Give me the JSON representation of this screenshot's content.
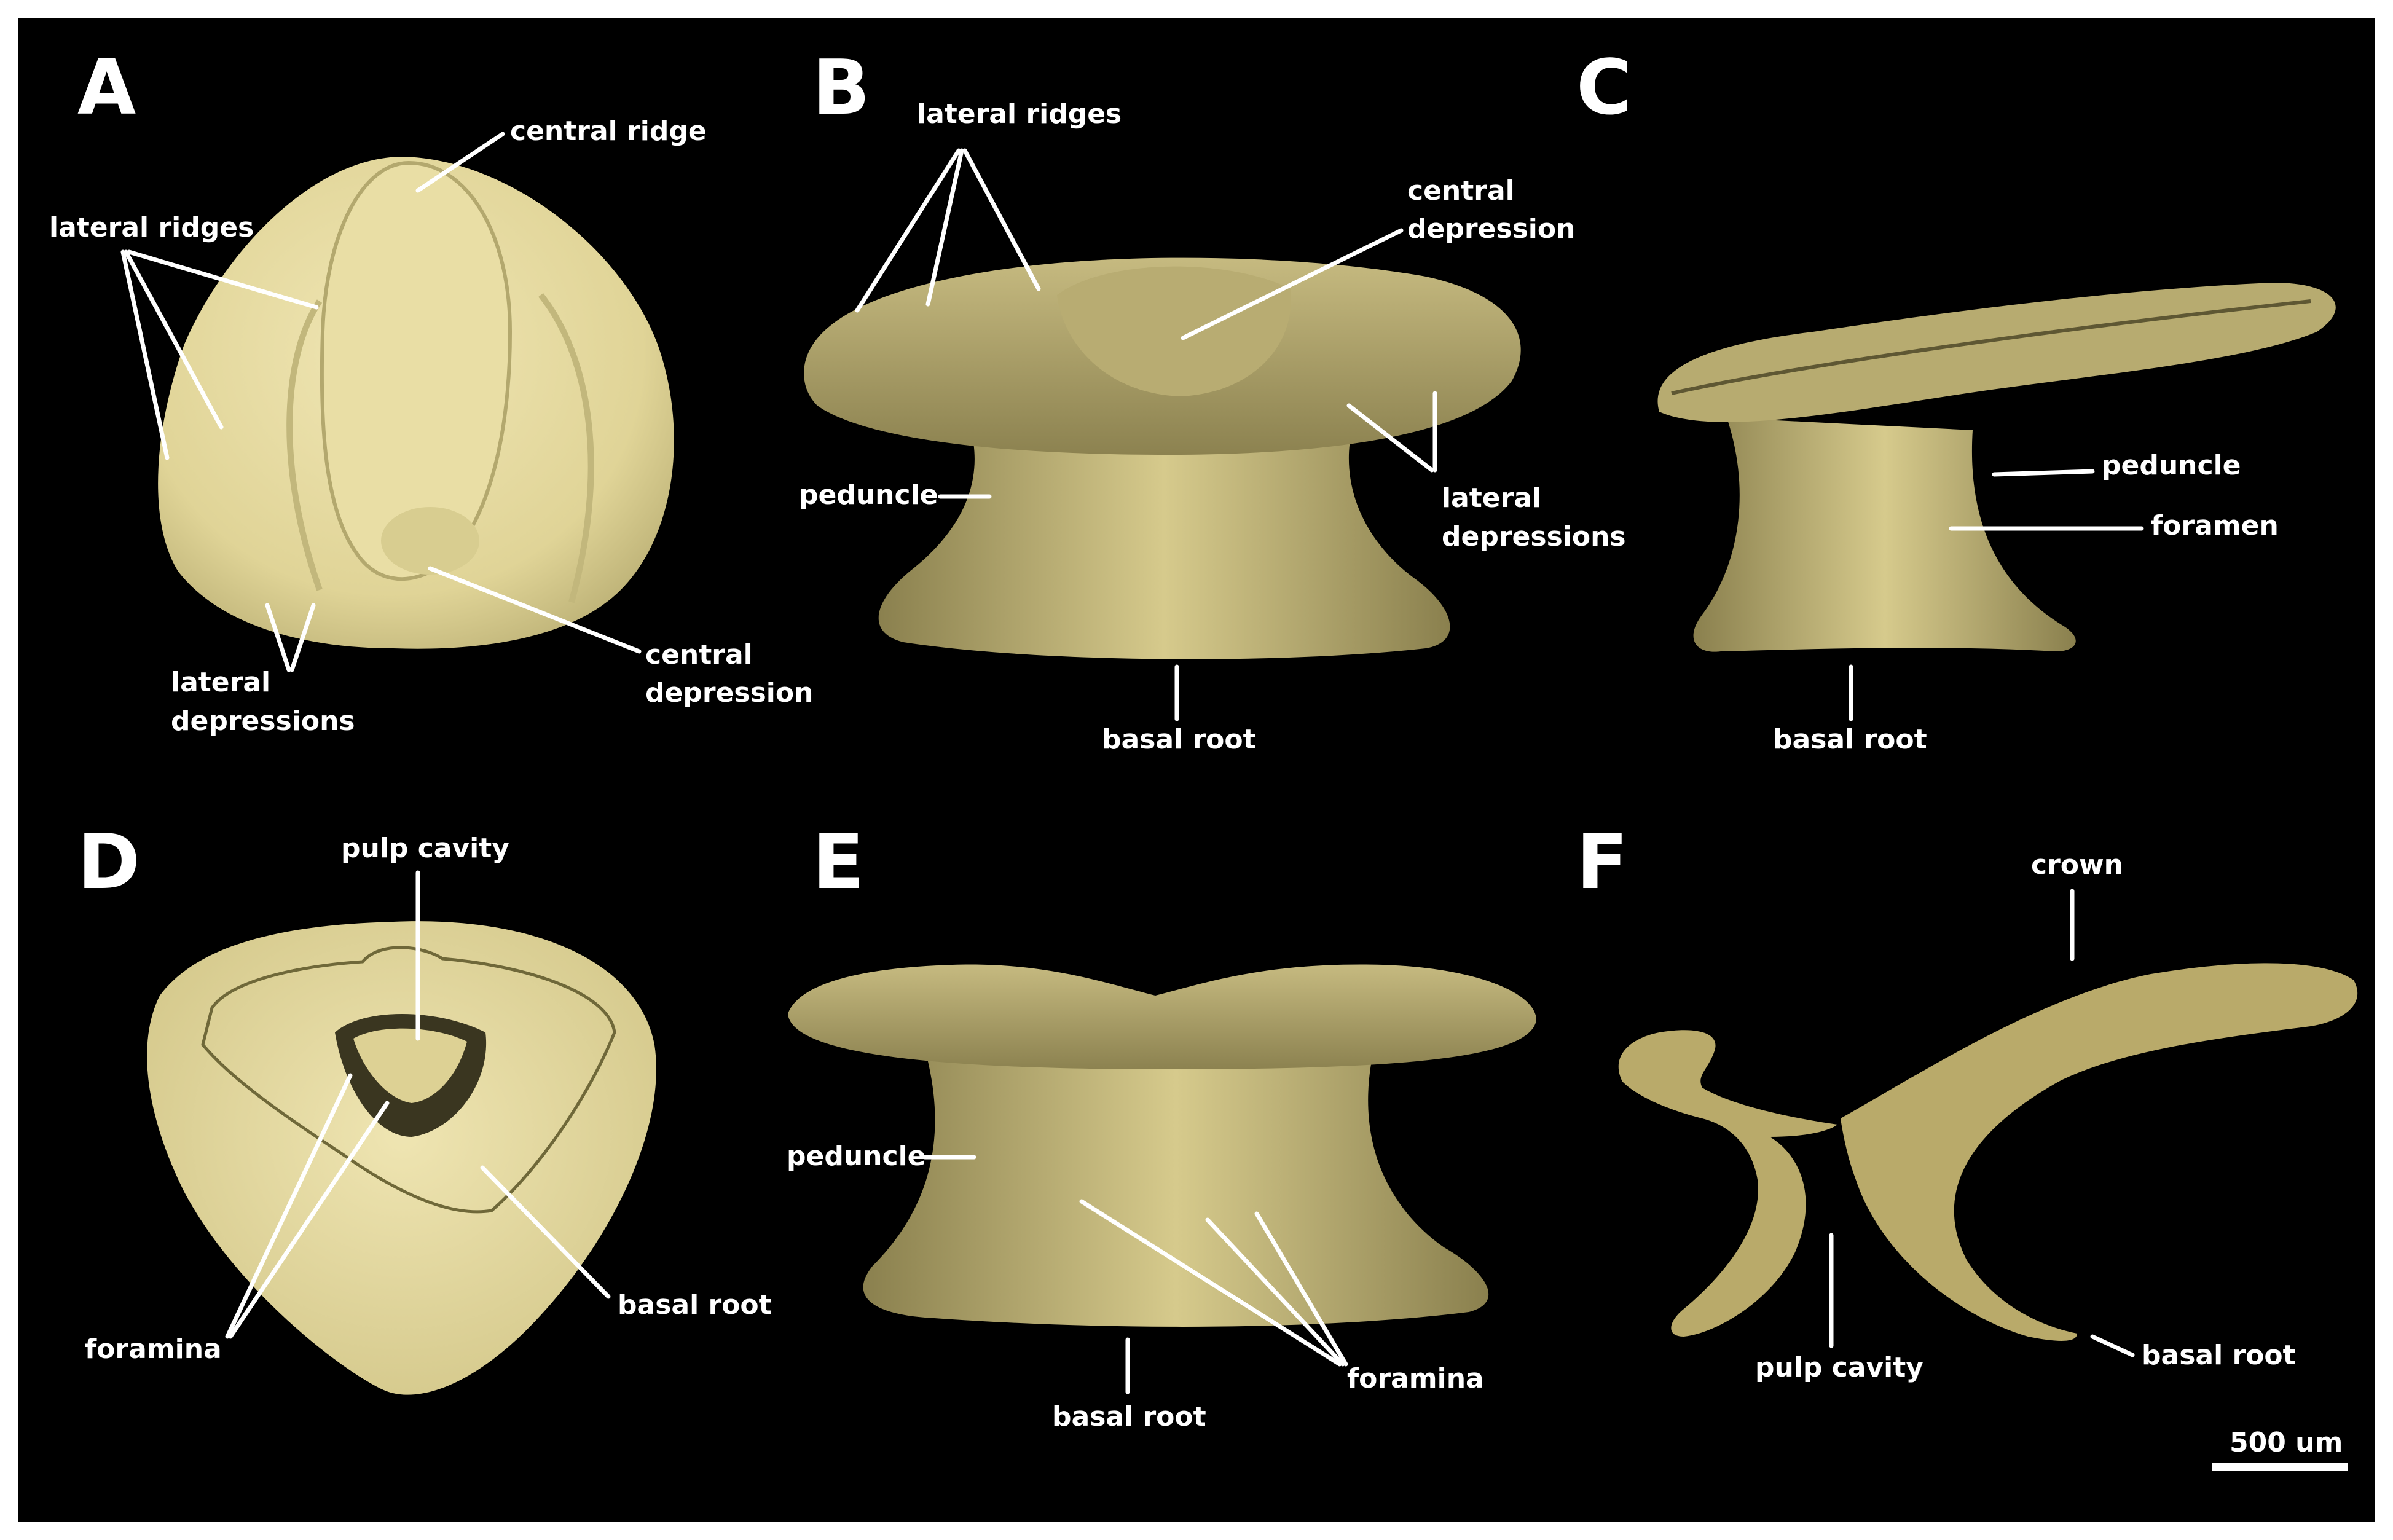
{
  "panels": {
    "A": {
      "letter": "A",
      "central_ridge": "central ridge",
      "lateral_ridges": "lateral ridges",
      "lateral_depressions": [
        "lateral",
        "depressions"
      ],
      "central_depression": [
        "central",
        "depression"
      ]
    },
    "B": {
      "letter": "B",
      "lateral_ridges": "lateral ridges",
      "central_depression": [
        "central",
        "depression"
      ],
      "peduncle": "peduncle",
      "lateral_depressions": [
        "lateral",
        "depressions"
      ],
      "basal_root": "basal root"
    },
    "C": {
      "letter": "C",
      "peduncle": "peduncle",
      "foramen": "foramen",
      "basal_root": "basal root"
    },
    "D": {
      "letter": "D",
      "pulp_cavity": "pulp cavity",
      "foramina": "foramina",
      "basal_root": "basal root"
    },
    "E": {
      "letter": "E",
      "peduncle": "peduncle",
      "foramina": "foramina",
      "basal_root": "basal root"
    },
    "F": {
      "letter": "F",
      "crown": "crown",
      "pulp_cavity": "pulp cavity",
      "basal_root": "basal root",
      "scale_bar": "500 um"
    }
  },
  "colors": {
    "background": "#000000",
    "specimen": "#e3d79a",
    "specimen_shade": "#8f8550",
    "section": "#b9aa6a",
    "text": "#ffffff"
  }
}
